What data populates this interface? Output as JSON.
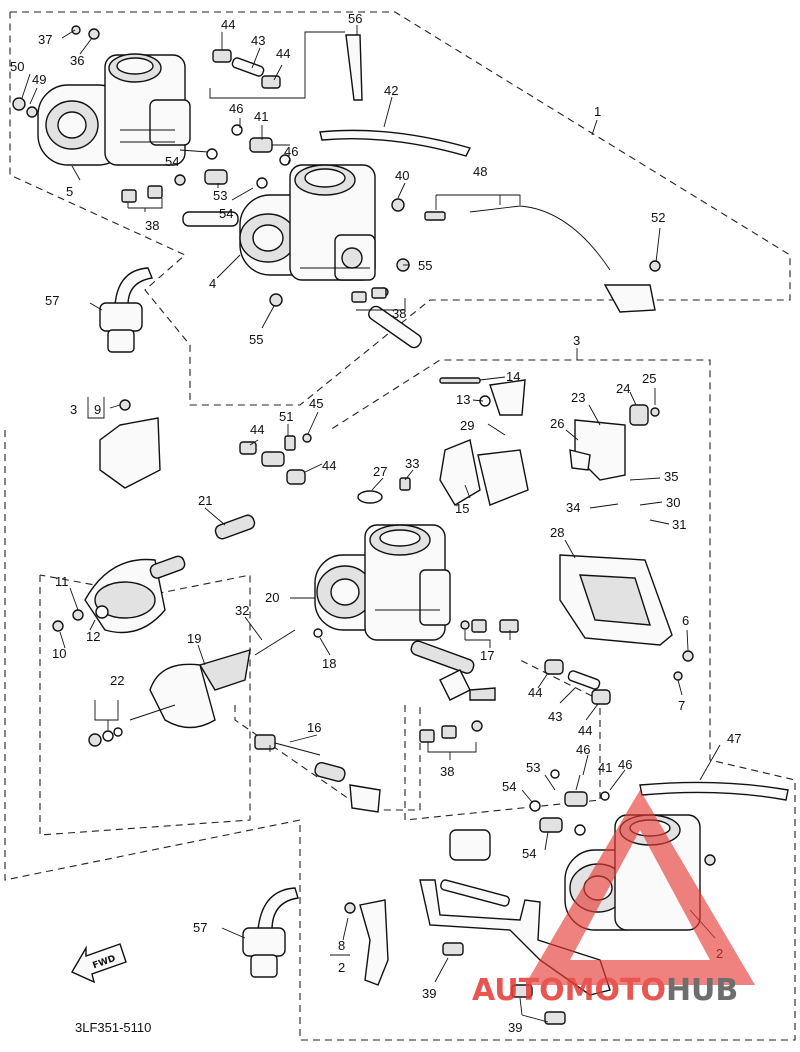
{
  "diagram": {
    "callouts": [
      "1",
      "2",
      "2",
      "3",
      "3",
      "4",
      "5",
      "6",
      "7",
      "8",
      "9",
      "10",
      "11",
      "12",
      "13",
      "14",
      "15",
      "16",
      "17",
      "18",
      "19",
      "20",
      "21",
      "22",
      "23",
      "24",
      "25",
      "26",
      "27",
      "28",
      "29",
      "30",
      "31",
      "32",
      "33",
      "34",
      "35",
      "36",
      "37",
      "38",
      "38",
      "38",
      "39",
      "39",
      "40",
      "41",
      "41",
      "42",
      "43",
      "43",
      "44",
      "44",
      "44",
      "44",
      "44",
      "44",
      "45",
      "46",
      "46",
      "46",
      "46",
      "47",
      "48",
      "49",
      "50",
      "51",
      "52",
      "53",
      "53",
      "54",
      "54",
      "54",
      "54",
      "55",
      "55",
      "56",
      "57",
      "57"
    ],
    "part_code": "3LF351-5110",
    "fwd_label": "FWD"
  },
  "watermark": {
    "text_auto": "AUTO",
    "text_moto": "MOTO",
    "text_hub": "HUB",
    "colors": {
      "red": "#e53935",
      "gray": "#555555"
    }
  }
}
